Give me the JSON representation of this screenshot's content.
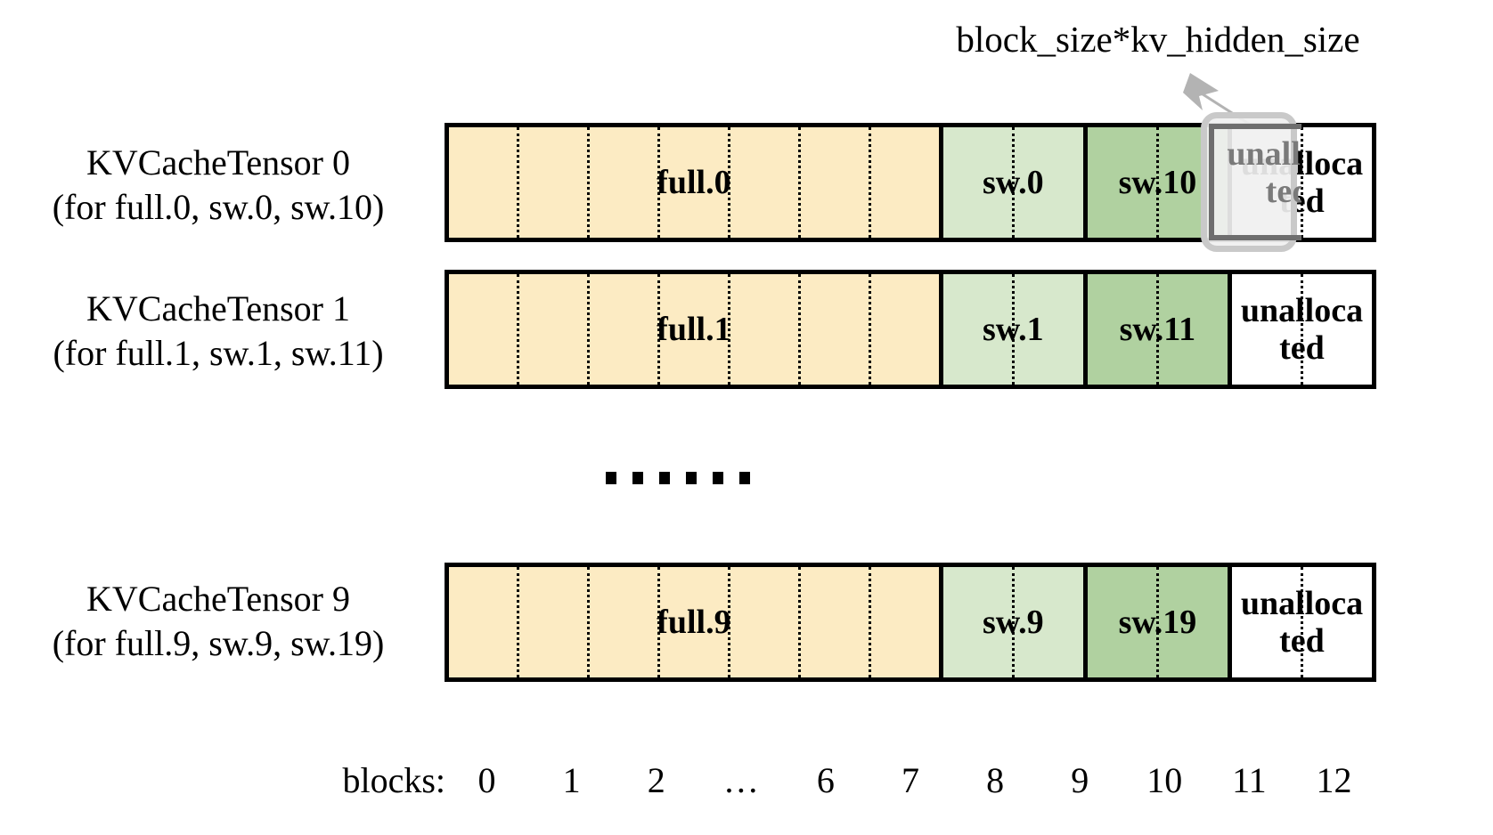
{
  "annotation": {
    "label": "block_size*kv_hidden_size",
    "arrow": "arrow-up-left"
  },
  "colors": {
    "full_fill": "#FCEBC3",
    "sw_low_fill": "#D7E8CC",
    "sw_high_fill": "#B0D1A0",
    "unallocated_fill": "#FFFFFF",
    "stroke": "#000000",
    "highlight_border": "#C9C9C9",
    "highlight_inner": "#6E6E6E",
    "highlight_text": "#7A7A7A"
  },
  "rows": [
    {
      "label_line1": "KVCacheTensor 0",
      "label_line2": "(for full.0, sw.0, sw.10)",
      "segments": [
        {
          "name": "full.0",
          "kind": "full",
          "blocks": 7
        },
        {
          "name": "sw.0",
          "kind": "sw_low",
          "blocks": 2
        },
        {
          "name": "sw.10",
          "kind": "sw_high",
          "blocks": 2
        },
        {
          "name": "unalloca ted",
          "kind": "unallocated",
          "blocks": 2
        }
      ]
    },
    {
      "label_line1": "KVCacheTensor 1",
      "label_line2": "(for full.1, sw.1, sw.11)",
      "segments": [
        {
          "name": "full.1",
          "kind": "full",
          "blocks": 7
        },
        {
          "name": "sw.1",
          "kind": "sw_low",
          "blocks": 2
        },
        {
          "name": "sw.11",
          "kind": "sw_high",
          "blocks": 2
        },
        {
          "name": "unalloca ted",
          "kind": "unallocated",
          "blocks": 2
        }
      ]
    },
    {
      "label_line1": "KVCacheTensor 9",
      "label_line2": "(for full.9, sw.9, sw.19)",
      "segments": [
        {
          "name": "full.9",
          "kind": "full",
          "blocks": 7
        },
        {
          "name": "sw.9",
          "kind": "sw_low",
          "blocks": 2
        },
        {
          "name": "sw.19",
          "kind": "sw_high",
          "blocks": 2
        },
        {
          "name": "unalloca ted",
          "kind": "unallocated",
          "blocks": 2
        }
      ]
    }
  ],
  "highlight": {
    "text": "unalloca ted",
    "over_block": "11"
  },
  "vertical_ellipsis": "......",
  "axis": {
    "title": "blocks:",
    "ticks": [
      "0",
      "1",
      "2",
      "…",
      "6",
      "7",
      "8",
      "9",
      "10",
      "11",
      "12"
    ]
  }
}
